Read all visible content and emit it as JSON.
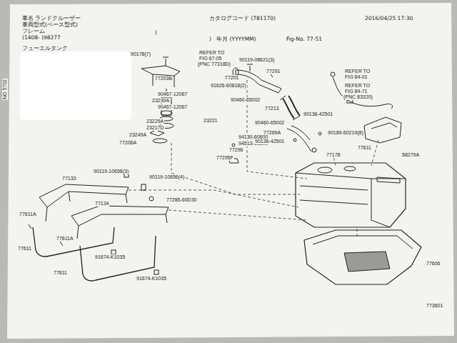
{
  "diagram": {
    "title": "フューエルタンク",
    "labels": [
      "車名 ランドクルーザー",
      "車両型式(ベース型式)",
      "フレーム",
      "(1408- )98277",
      "カタログコード (781170)",
      "(",
      ")",
      "年月 (YYYYMM)",
      "Fig-No. 77-51",
      "2016/04/25 17:30",
      "NO 5702",
      "90178(7)",
      "77203B",
      "90467-12067",
      "23239A",
      "90467-12067",
      "23221",
      "23229A",
      "23217D",
      "23249A",
      "77206A",
      "REFER TO",
      "FIG 67-05",
      "(PNC 77318D)",
      "90119-08621(3)",
      "77201",
      "77291",
      "91626-60818(2)",
      "90460-65002",
      "77213",
      "90136-42501",
      "90460-65002",
      "77269A",
      "94130-60600",
      "94513-18609",
      "90136-42501",
      "77296",
      "77295F",
      "90189-60219(8)",
      "77611",
      "77178",
      "REFER TO",
      "FIG 84-01",
      "REFER TO",
      "FIG 84-71",
      "(PNC 83320)",
      "58279A",
      "90119-10656(3)",
      "90119-10656(4)",
      "77133",
      "77134",
      "77285-60D30",
      "77611A",
      "77611A",
      "77611",
      "77611",
      "91674-K1035",
      "91674-K1035",
      "77606",
      "773601"
    ]
  }
}
